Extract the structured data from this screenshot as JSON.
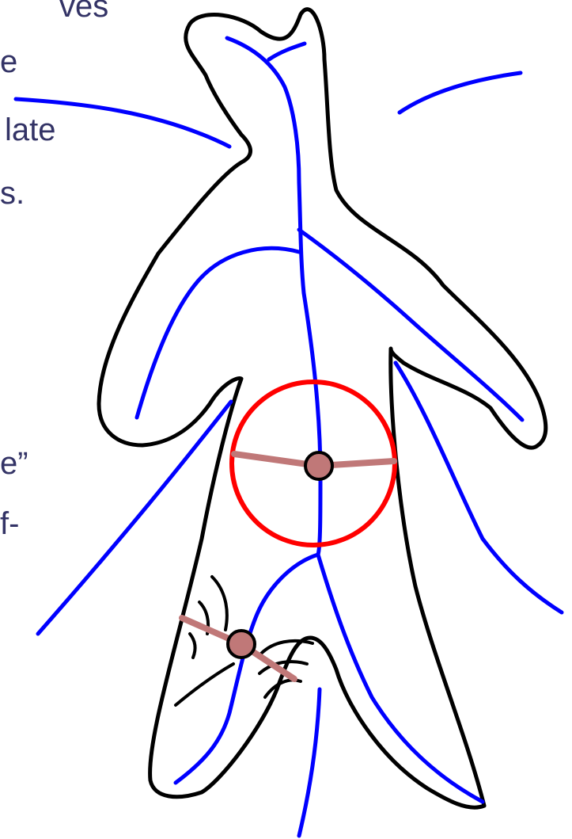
{
  "text_fragments": [
    "ves",
    "e",
    "late",
    "s.",
    "e”",
    "f-"
  ],
  "colors": {
    "text": "#333366",
    "outline": "#000000",
    "medial_axis": "#0000ff",
    "circle": "#ff0000",
    "radius": "#c07878",
    "center_point": "#c07878"
  },
  "icons": [
    "maximal-inscribed-circle",
    "medial-axis-point",
    "radius-segment"
  ]
}
